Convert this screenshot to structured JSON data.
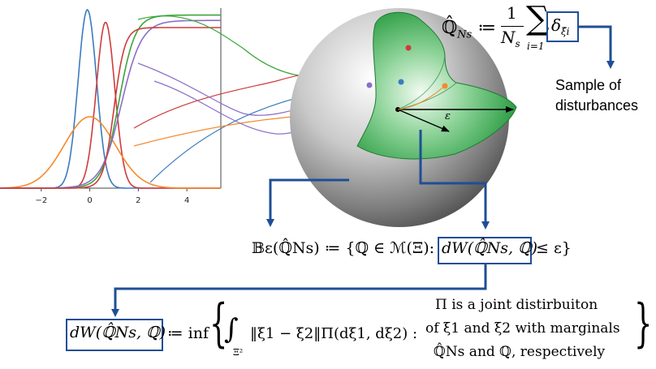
{
  "colors": {
    "arrow_blue": "#1f4e96",
    "sphere_green": "#2e9e45",
    "series_blue": "#3b7bbf",
    "series_orange": "#f58a2c",
    "series_red": "#cf3b3b",
    "series_purple": "#8c6fc8",
    "series_green": "#3aa63a"
  },
  "plot": {
    "x_ticks": [
      "−2",
      "0",
      "2",
      "4"
    ],
    "x_tick_values": [
      -2,
      0,
      2,
      4
    ],
    "xlim": [
      -3.7,
      5.4
    ]
  },
  "sphere": {
    "epsilon_label": "ε"
  },
  "labels": {
    "sample_line1": "Sample of",
    "sample_line2": "disturbances"
  },
  "equations": {
    "empirical_lhs": "ℚ̂",
    "empirical_lhs_sub": "Ns",
    "empirical_assign": "≔",
    "frac_num": "1",
    "frac_den": "N",
    "frac_den_sub": "s",
    "sum_symbol": "∑",
    "sum_lower": "i=1",
    "delta": "δ",
    "delta_sub": "ξ̂i",
    "ball_lhs": "𝔹ε(ℚ̂Ns) ≔ {ℚ ∈ ℳ(Ξ):",
    "ball_boxed": "dW(ℚ̂Ns, ℚ)",
    "ball_rhs": "≤ ε}",
    "dw_boxed": "dW(ℚ̂Ns, ℚ)",
    "dw_assign": "≔ inf",
    "integral": "∫",
    "integral_sub": "Ξ²",
    "integrand": "‖ξ1 − ξ2‖Π(dξ1, dξ2) :",
    "cond_line1": "Π is a joint distirbuiton",
    "cond_line2": "of ξ1 and ξ2 with marginals",
    "cond_line3": "ℚ̂Ns and ℚ, respectively"
  }
}
